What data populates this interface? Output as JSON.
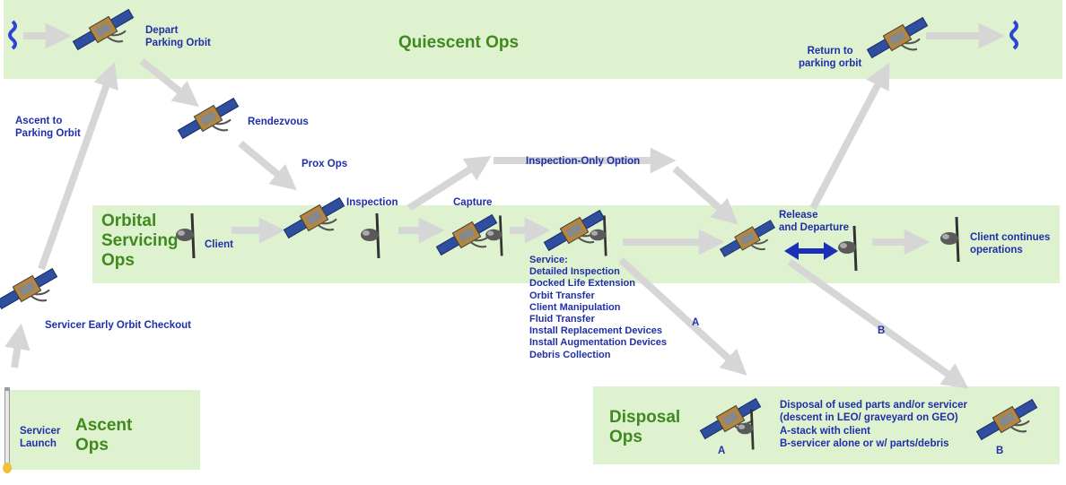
{
  "bands": {
    "quiescent": "Quiescent Ops",
    "orbital_line1": "Orbital",
    "orbital_line2": "Servicing",
    "orbital_line3": "Ops",
    "ascent_line1": "Ascent",
    "ascent_line2": "Ops",
    "disposal_line1": "Disposal",
    "disposal_line2": "Ops"
  },
  "labels": {
    "depart_1": "Depart",
    "depart_2": "Parking Orbit",
    "return_1": "Return to",
    "return_2": "parking orbit",
    "ascent_parking_1": "Ascent to",
    "ascent_parking_2": "Parking Orbit",
    "rendezvous": "Rendezvous",
    "prox_ops": "Prox Ops",
    "inspection": "Inspection",
    "inspection_only": "Inspection-Only Option",
    "capture": "Capture",
    "client": "Client",
    "release_1": "Release",
    "release_2": "and Departure",
    "client_continues_1": "Client continues",
    "client_continues_2": "operations",
    "early_checkout": "Servicer Early Orbit Checkout",
    "servicer_launch_1": "Servicer",
    "servicer_launch_2": "Launch",
    "path_a": "A",
    "path_b": "B",
    "disposal_a": "A",
    "disposal_b": "B"
  },
  "service": {
    "heading": "Service:",
    "items": [
      "Detailed Inspection",
      "Docked Life Extension",
      "Orbit Transfer",
      "Client Manipulation",
      "Fluid Transfer",
      "Install Replacement Devices",
      "Install Augmentation Devices",
      "Debris Collection"
    ]
  },
  "disposal_text": [
    "Disposal of used parts and/or servicer",
    "(descent in LEO/ graveyard on GEO)",
    "A-stack with client",
    "B-servicer alone or w/ parts/debris"
  ],
  "colors": {
    "band": "#dff2cf",
    "band_title": "#3f8a1e",
    "label": "#1f2fa8",
    "arrow": "#d6d6d6",
    "double_arrow": "#1b2fb8"
  },
  "icons": {
    "servicer": "servicer-satellite-icon",
    "client": "client-satellite-icon",
    "launch": "rocket-icon",
    "break": "orbit-break-icon"
  }
}
